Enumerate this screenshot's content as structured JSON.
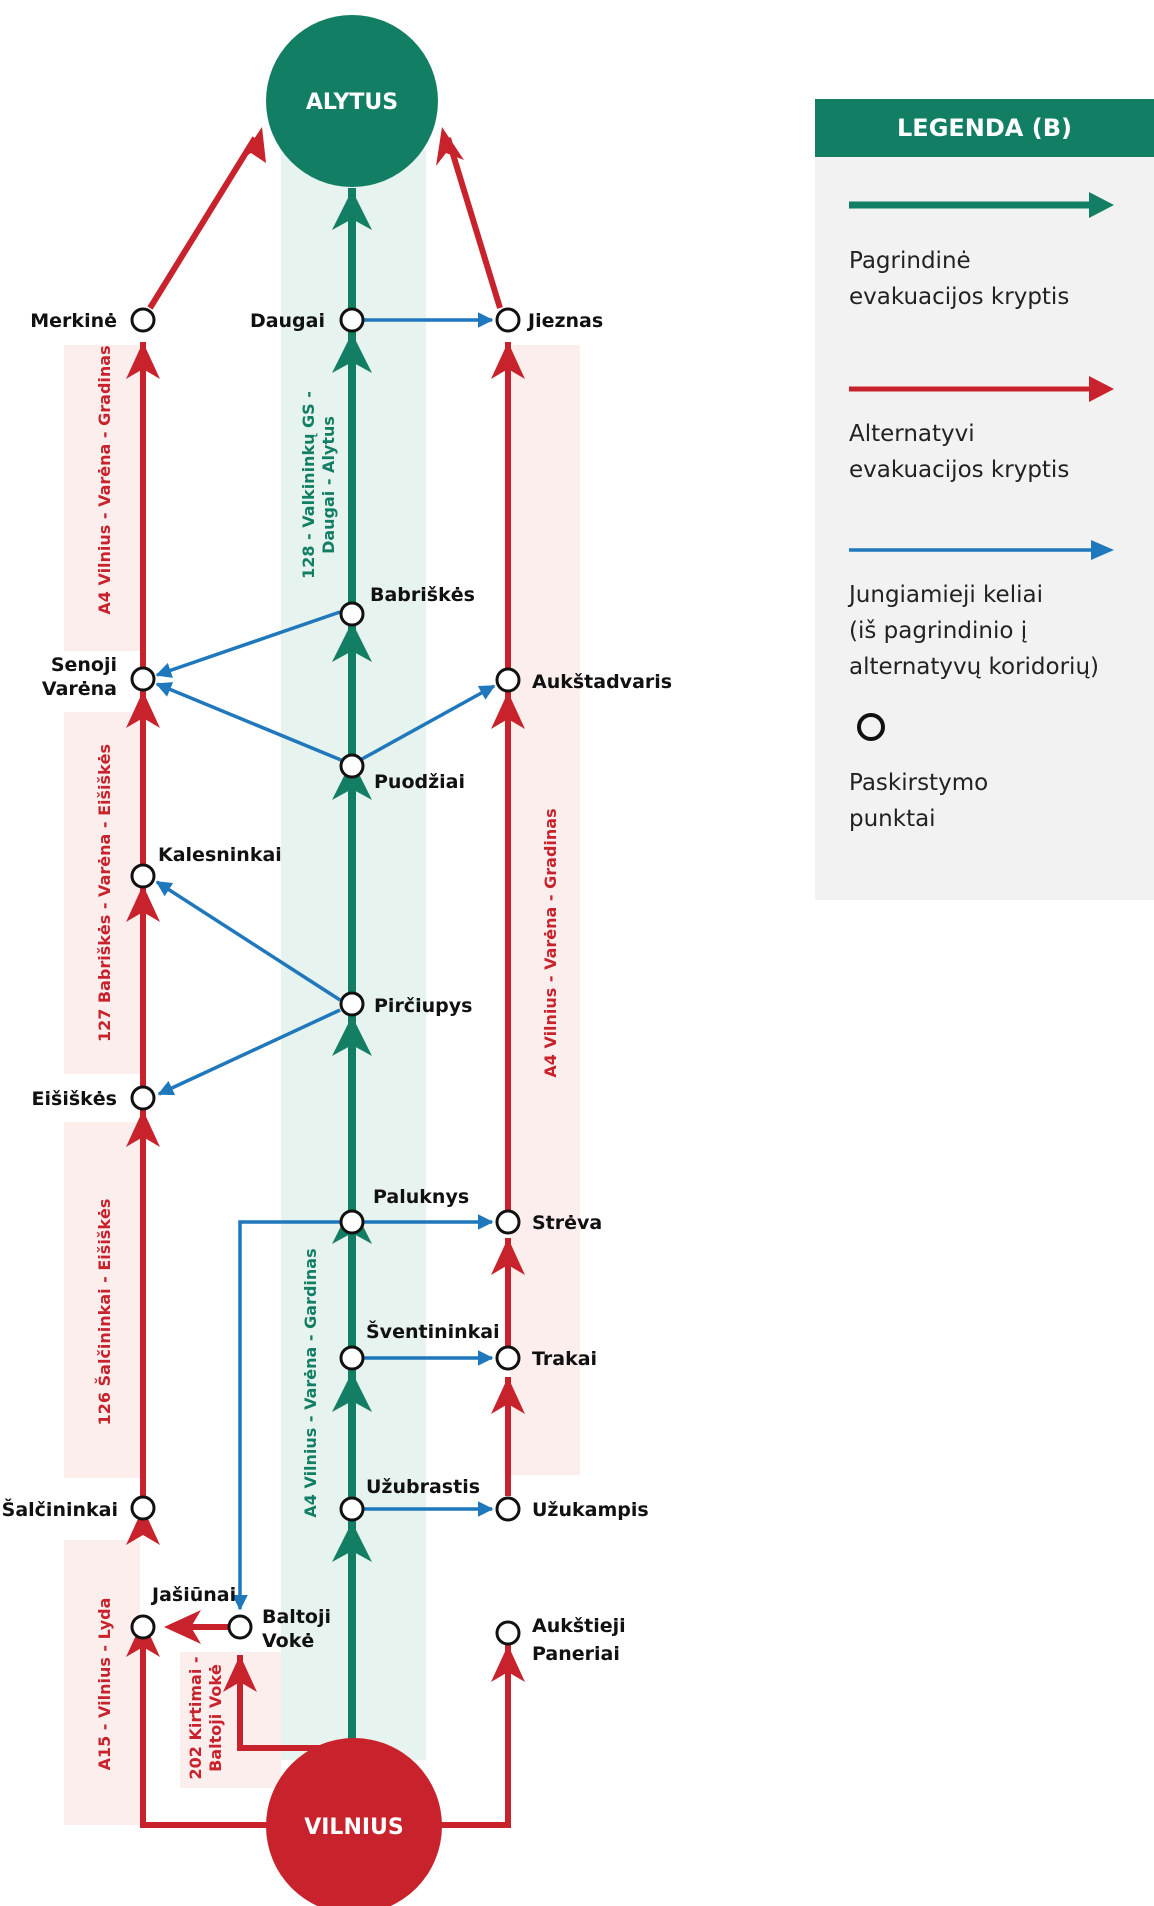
{
  "colors": {
    "main": "#127e63",
    "alternative": "#c8232c",
    "connector": "#1f77bc",
    "band_green": "#e6f3ef",
    "band_red": "#fdeeee",
    "legend_bg": "#f2f2f2"
  },
  "cities": {
    "top": "ALYTUS",
    "bottom": "VILNIUS"
  },
  "nodes": {
    "merkine": "Merkinė",
    "daugai": "Daugai",
    "jieznas": "Jieznas",
    "babriskes": "Babriškės",
    "senoji_varena_1": "Senoji",
    "senoji_varena_2": "Varėna",
    "aukstadvaris": "Aukštadvaris",
    "puodziai": "Puodžiai",
    "kalesninkai": "Kalesninkai",
    "pirciupys": "Pirčiupys",
    "eisiskes": "Eišiškės",
    "paluknys": "Paluknys",
    "streva": "Strėva",
    "sventininkai": "Šventininkai",
    "trakai": "Trakai",
    "uzubrastis": "Užubrastis",
    "uzukampis": "Užukampis",
    "salcininkai": "Šalčininkai",
    "jasiunai": "Jašiūnai",
    "baltoji_voke_1": "Baltoji",
    "baltoji_voke_2": "Vokė",
    "auksteji_paneriai_1": "Aukštieji",
    "auksteji_paneriai_2": "Paneriai"
  },
  "roads": {
    "a4_left": "A4 Vilnius - Varėna - Gradinas",
    "r127": "127 Babriškės - Varėna - Eišiškės",
    "r126": "126 Šalčininkai - Eišiškės",
    "a15": "A15 - Vilnius - Lyda",
    "r202_1": "202 Kirtimai -",
    "r202_2": "Baltoji Vokė",
    "r128_1": "128 - Valkininkų GS -",
    "r128_2": "Daugai - Alytus",
    "a4_center": "A4 Vilnius - Varėna - Gardinas",
    "a4_right": "A4 Vilnius - Varėna - Gradinas"
  },
  "legend": {
    "title": "LEGENDA (B)",
    "main_1": "Pagrindinė",
    "main_2": "evakuacijos kryptis",
    "alt_1": "Alternatyvi",
    "alt_2": "evakuacijos kryptis",
    "conn_1": "Jungiamieji keliai",
    "conn_2": "(iš pagrindinio į",
    "conn_3": "alternatyvų koridorių)",
    "dist_1": "Paskirstymo",
    "dist_2": "punktai"
  }
}
